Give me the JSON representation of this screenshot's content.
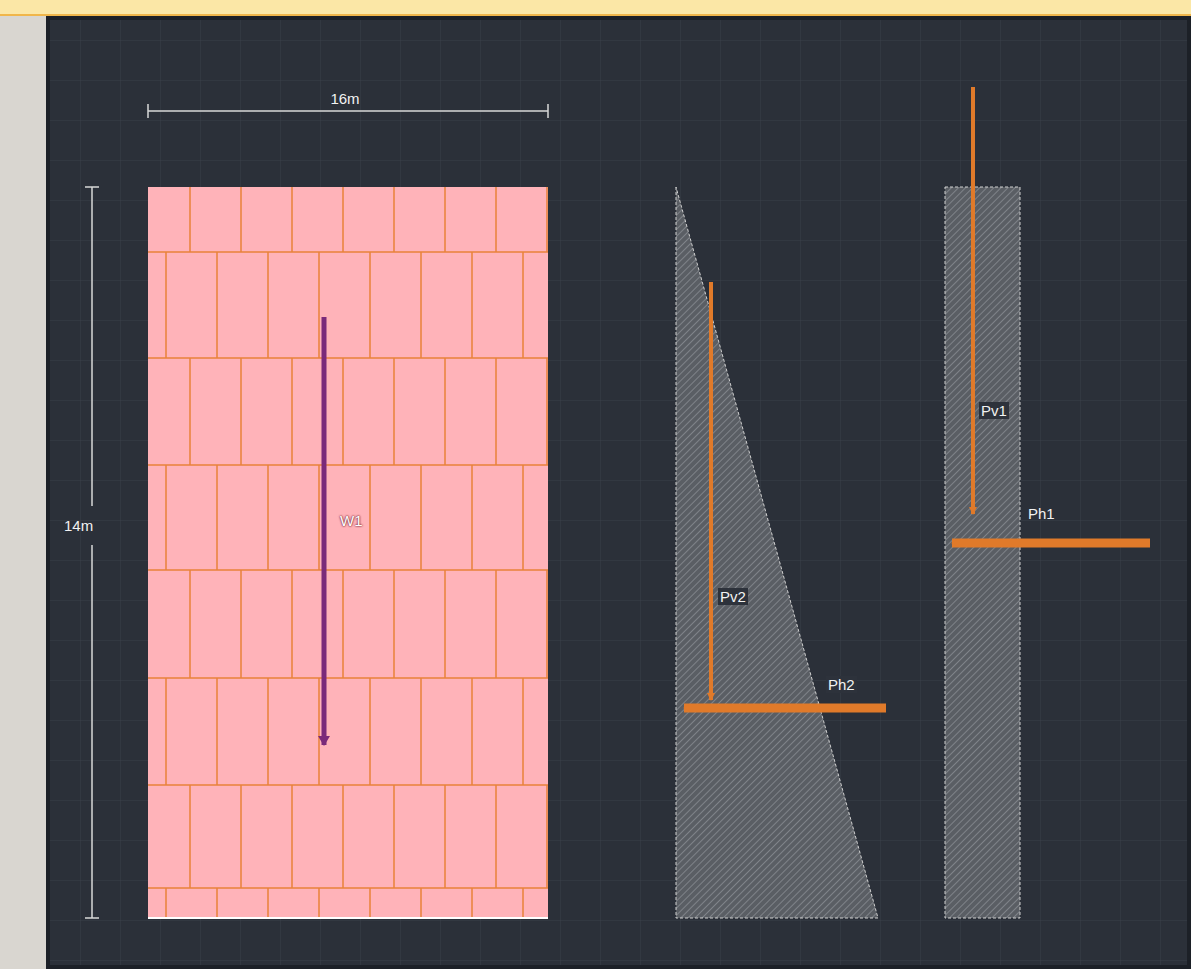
{
  "diagram": {
    "labels": [
      "16m",
      "14m",
      "W1",
      "Pv2",
      "Ph2",
      "Pv1",
      "Ph1"
    ]
  }
}
